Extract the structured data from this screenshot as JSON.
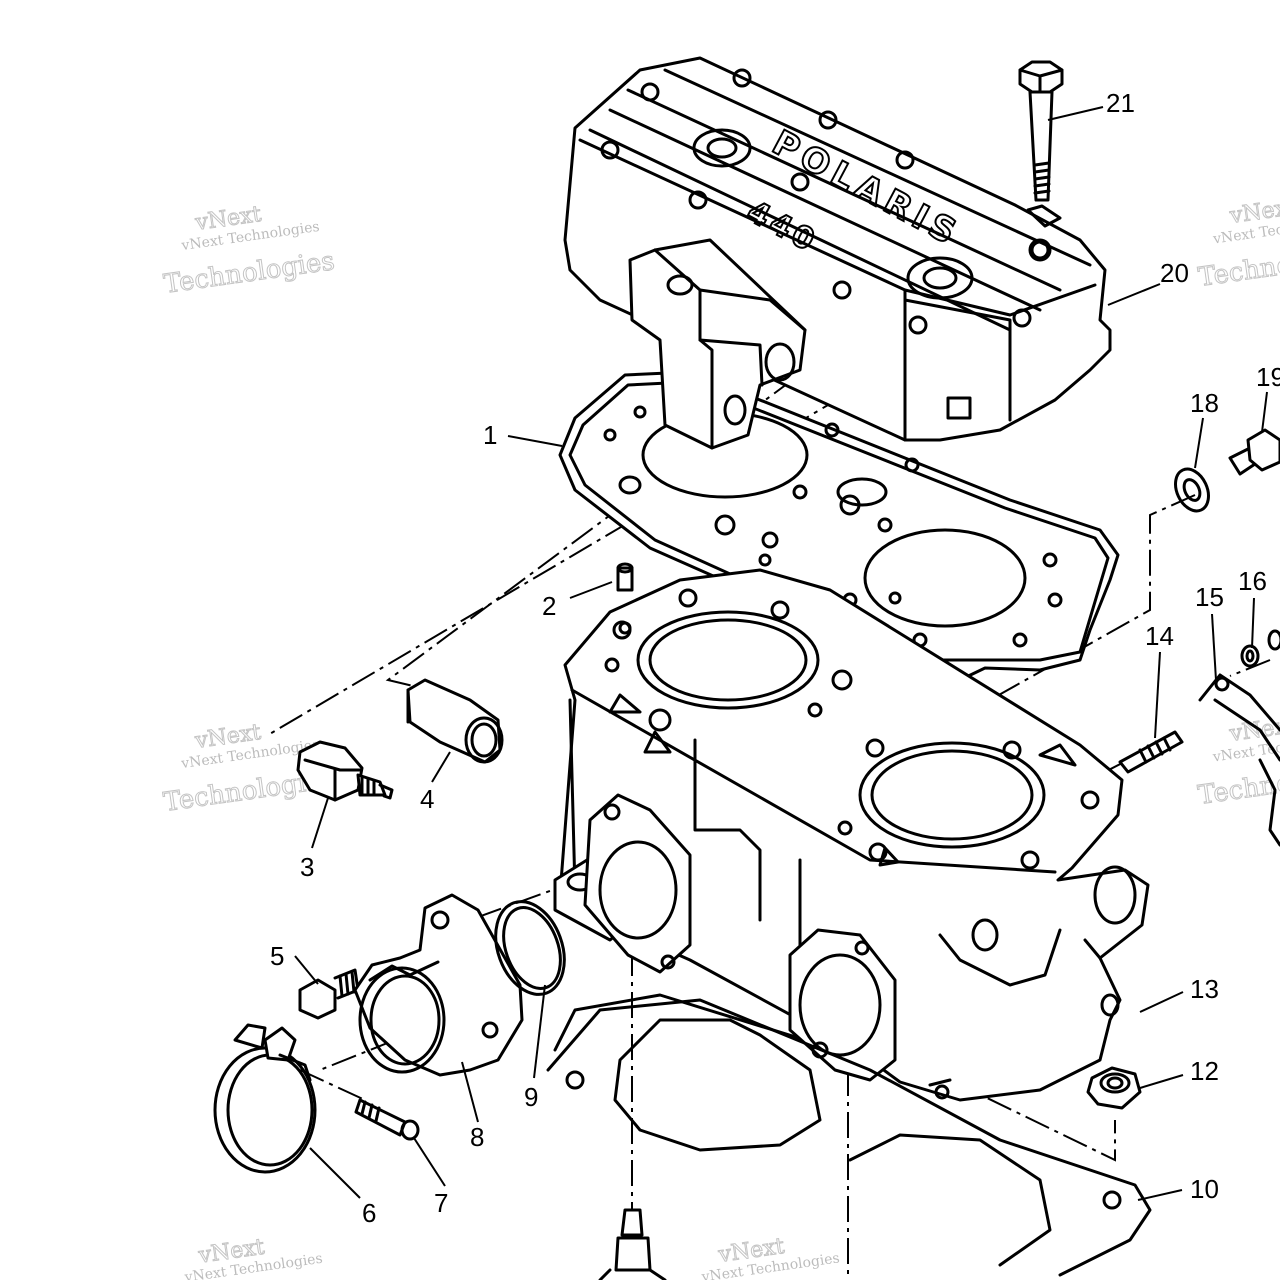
{
  "watermark": {
    "line1": "vNext Technologies",
    "line2": "Technologies",
    "line3": "vNext"
  },
  "cover_logo": {
    "brand": "POLARIS",
    "model": "440"
  },
  "callouts": [
    "1",
    "2",
    "3",
    "4",
    "5",
    "6",
    "7",
    "8",
    "9",
    "10",
    "12",
    "13",
    "14",
    "15",
    "16",
    "18",
    "19",
    "20",
    "21"
  ]
}
